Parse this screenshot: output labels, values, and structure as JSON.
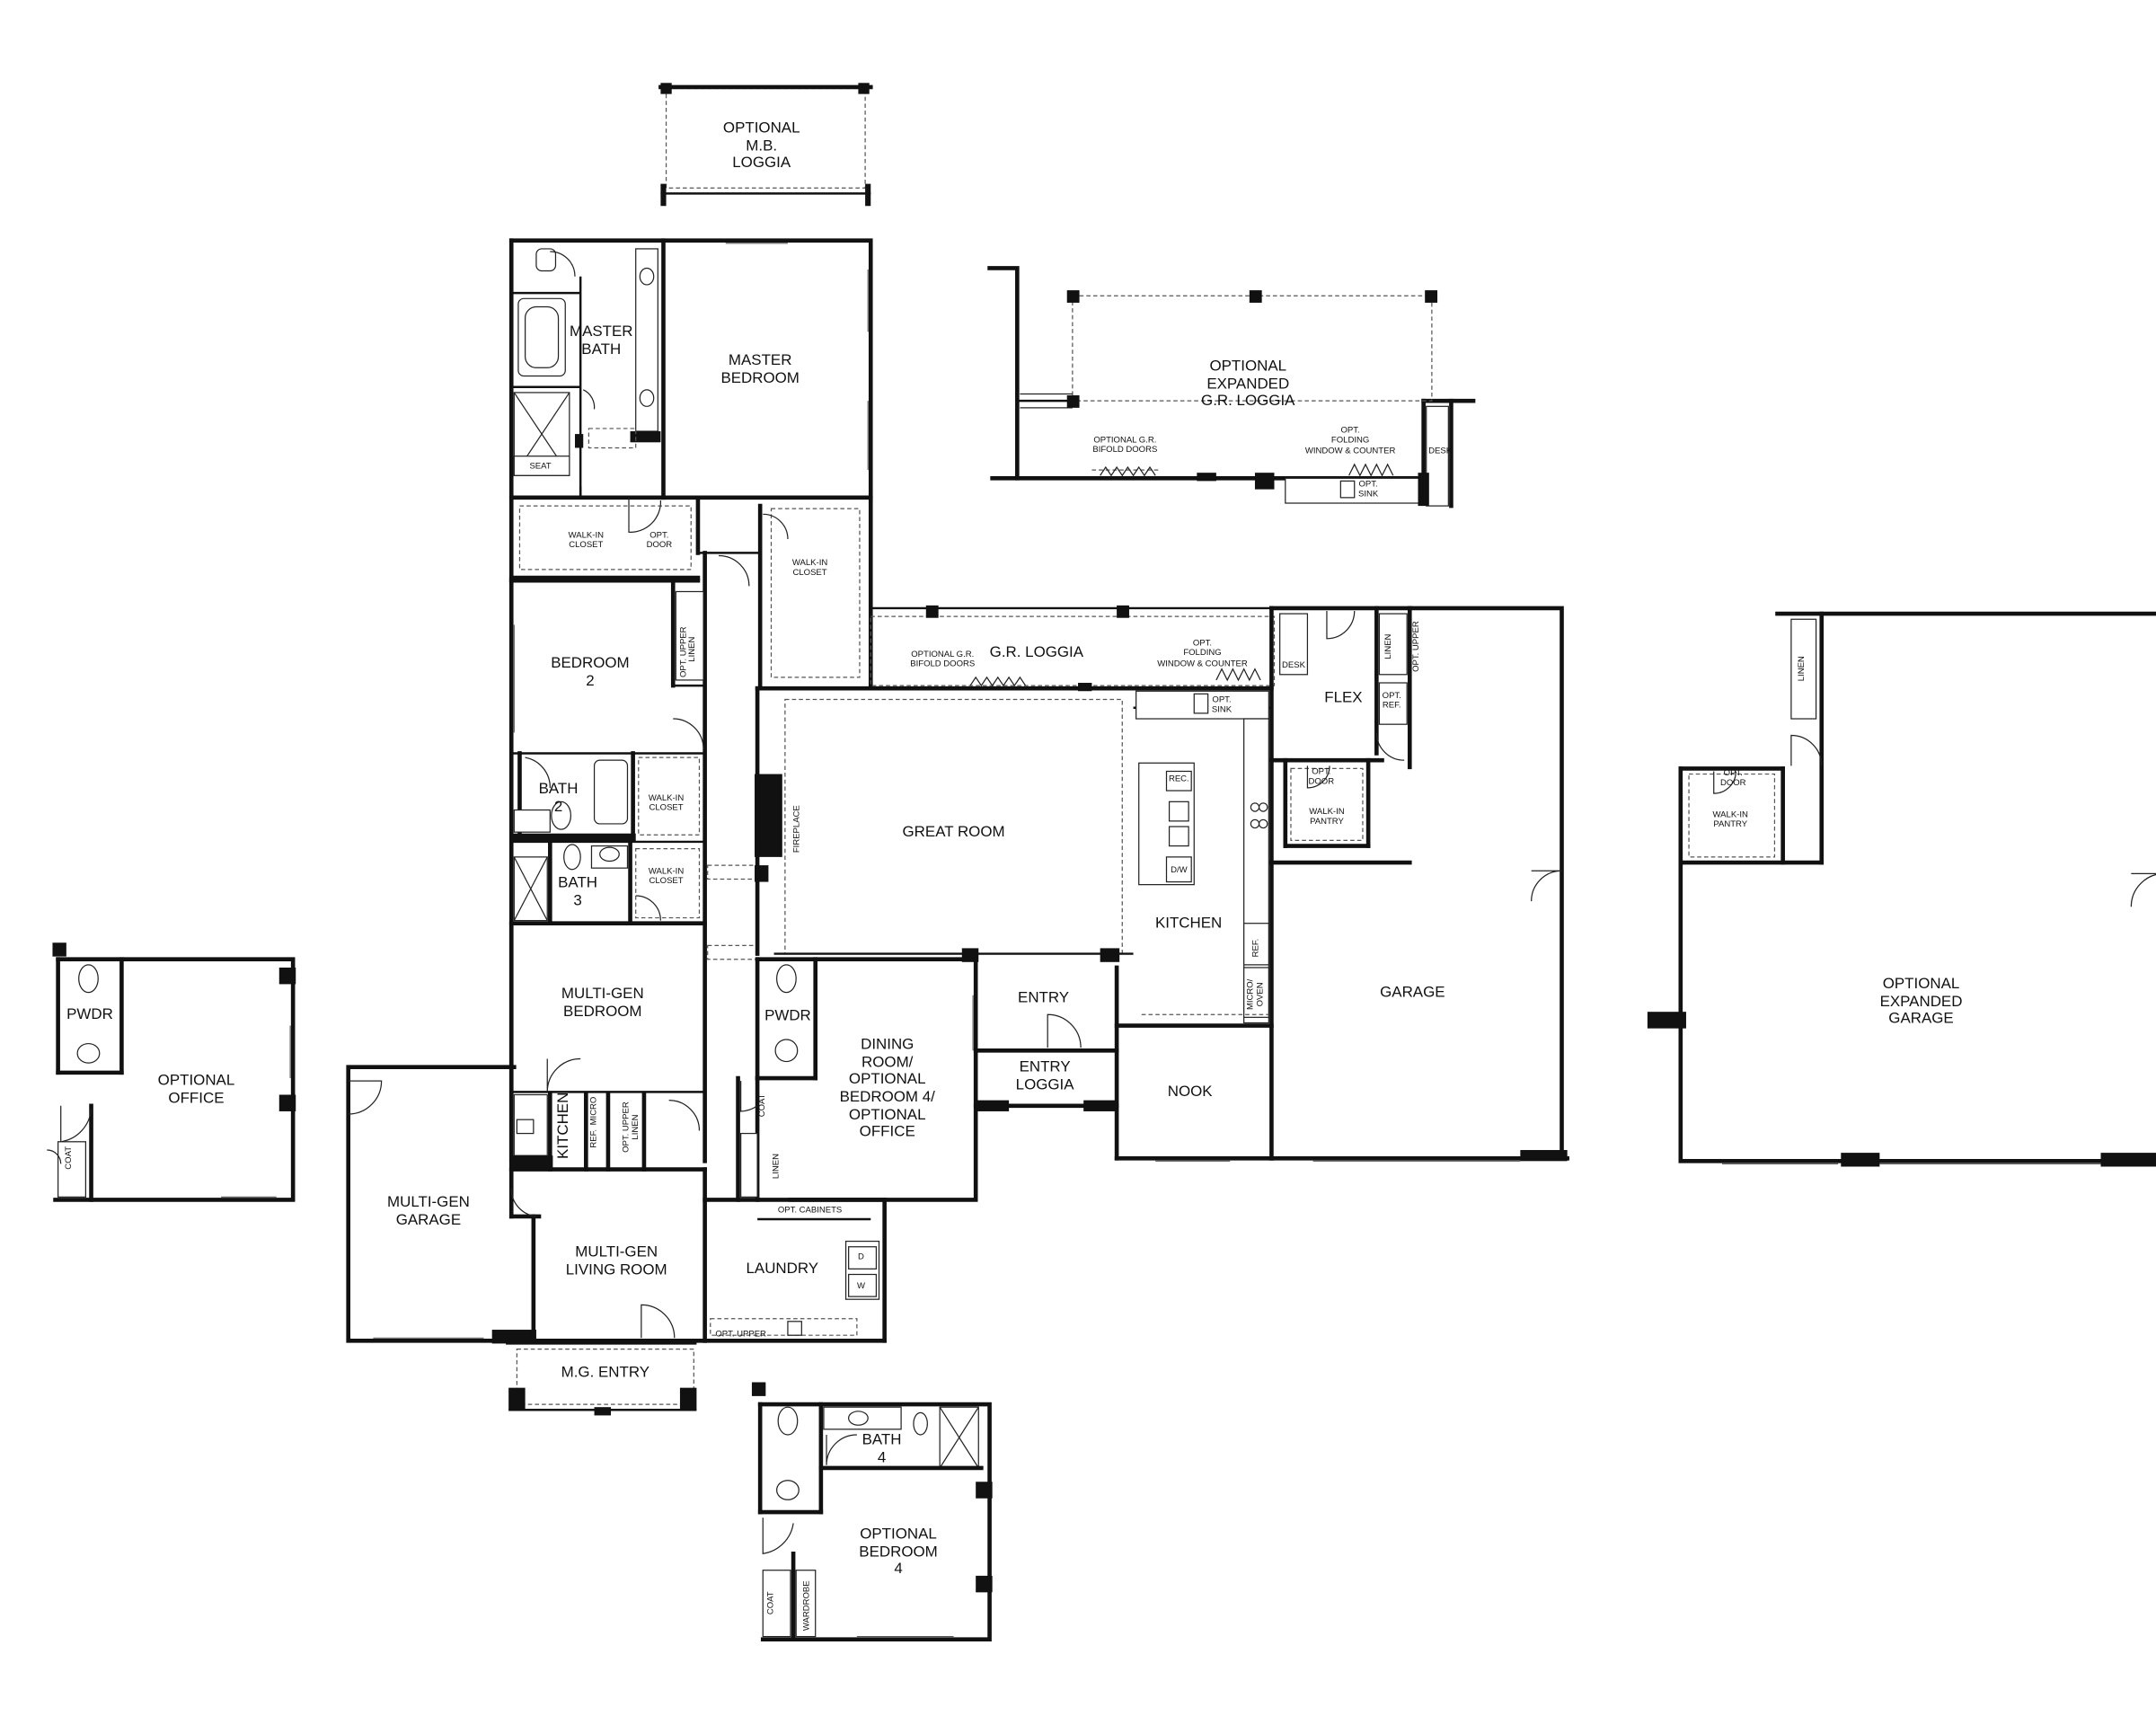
{
  "rooms": {
    "optional_mb_loggia": "OPTIONAL\nM.B.\nLOGGIA",
    "master_bath": "MASTER\nBATH",
    "master_bedroom": "MASTER\nBEDROOM",
    "seat": "SEAT",
    "walkin_closet_master": "WALK-IN\nCLOSET",
    "opt_door_master": "OPT.\nDOOR",
    "walkin_closet_hall": "WALK-IN\nCLOSET",
    "optional_expanded_gr_loggia": "OPTIONAL\nEXPANDED\nG.R. LOGGIA",
    "optional_gr_bifold_doors_top": "OPTIONAL G.R.\nBIFOLD DOORS",
    "opt_folding_window_top": "OPT.\nFOLDING\nWINDOW & COUNTER",
    "desk_top": "DESK",
    "opt_sink_top": "OPT.\nSINK",
    "bedroom2": "BEDROOM\n2",
    "opt_upper_hall": "OPT. UPPER",
    "linen_hall": "LINEN",
    "optional_gr_bifold_doors": "OPTIONAL G.R.\nBIFOLD DOORS",
    "gr_loggia": "G.R. LOGGIA",
    "opt_folding_window": "OPT.\nFOLDING\nWINDOW & COUNTER",
    "opt_sink": "OPT.\nSINK",
    "desk": "DESK",
    "flex": "FLEX",
    "linen_flex": "LINEN",
    "opt_upper_flex": "OPT. UPPER",
    "opt_ref_flex": "OPT.\nREF.",
    "bath2": "BATH\n2",
    "walkin_closet_b2": "WALK-IN\nCLOSET",
    "fireplace": "FIREPLACE",
    "great_room": "GREAT ROOM",
    "rec": "REC.",
    "dw": "D/W",
    "opt_door_pantry": "OPT.\nDOOR",
    "walkin_pantry": "WALK-IN\nPANTRY",
    "bath3": "BATH\n3",
    "walkin_closet_b3": "WALK-IN\nCLOSET",
    "kitchen": "KITCHEN",
    "ref": "REF.",
    "micro_oven": "MICRO/\nOVEN",
    "garage": "GARAGE",
    "multigen_bedroom": "MULTI-GEN\nBEDROOM",
    "pwdr": "PWDR",
    "dining": "DINING\nROOM/\nOPTIONAL\nBEDROOM 4/\nOPTIONAL\nOFFICE",
    "entry": "ENTRY",
    "entry_loggia": "ENTRY\nLOGGIA",
    "nook": "NOOK",
    "coat_main": "COAT",
    "linen_main": "LINEN",
    "mg_kitchen": "KITCHEN",
    "ref_mg": "REF.",
    "micro_mg": "MICRO",
    "opt_upper_linen": "OPT. UPPER\nLINEN",
    "multigen_garage": "MULTI-GEN\nGARAGE",
    "multigen_living": "MULTI-GEN\nLIVING ROOM",
    "opt_cabinets": "OPT. CABINETS",
    "laundry": "LAUNDRY",
    "dryer": "D",
    "washer": "W",
    "opt_upper_laundry": "OPT. UPPER",
    "mg_entry": "M.G. ENTRY",
    "office_pwdr": "PWDR",
    "optional_office": "OPTIONAL\nOFFICE",
    "coat_office": "COAT",
    "bath4": "BATH\n4",
    "optional_bedroom4": "OPTIONAL\nBEDROOM\n4",
    "coat_b4": "COAT",
    "wardrobe": "WARDROBE",
    "linen_exp": "LINEN",
    "opt_door_exp": "OPT.\nDOOR",
    "walkin_pantry_exp": "WALK-IN\nPANTRY",
    "optional_expanded_garage": "OPTIONAL\nEXPANDED\nGARAGE"
  }
}
